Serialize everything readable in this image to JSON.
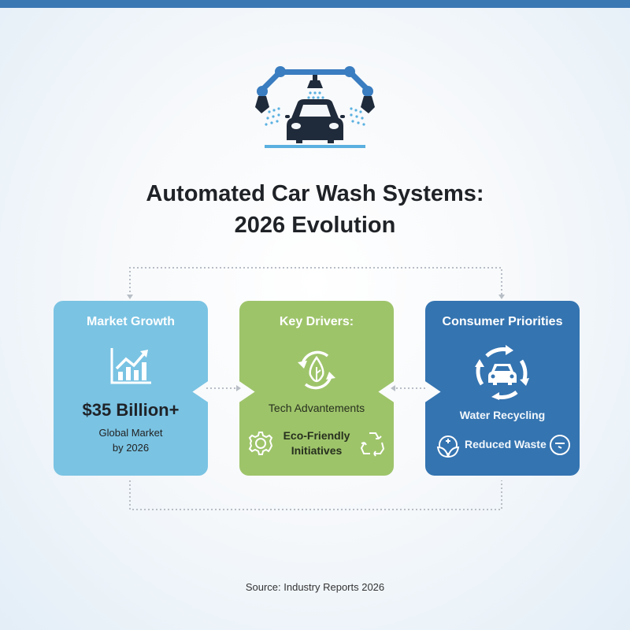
{
  "colors": {
    "top_bar": "#3a78b4",
    "market_card": "#7ac3e3",
    "drivers_card": "#9ec46a",
    "consumer_card": "#3474b1",
    "hero_dark": "#1f2a3a",
    "hero_accent": "#3a7dc0",
    "hero_water": "#5ab0e0"
  },
  "header": {
    "hero_icon": "car-wash-robotic-arms-icon",
    "title_line1": "Automated Car Wash Systems:",
    "title_line2": "2026 Evolution"
  },
  "cards": [
    {
      "title": "Market Growth",
      "icon": "growth-chart-icon",
      "value": "$35 Billion+",
      "sub_line1": "Global Market",
      "sub_line2": "by 2026"
    },
    {
      "title": "Key Drivers:",
      "icon": "recycle-leaf-icon",
      "text": "Tech Advantements",
      "eco_line1": "Eco-Friendly",
      "eco_line2": "Initiatives",
      "left_icon": "gear-icon",
      "right_icon": "recycle-icon"
    },
    {
      "title": "Consumer Priorities",
      "icon": "car-cycle-icon",
      "text": "Water Recycling",
      "waste_text": "Reduced Waste",
      "left_icon": "leaf-circle-icon",
      "right_icon": "filter-circle-icon"
    }
  ],
  "footer": {
    "source": "Source: Industry Reports 2026"
  }
}
